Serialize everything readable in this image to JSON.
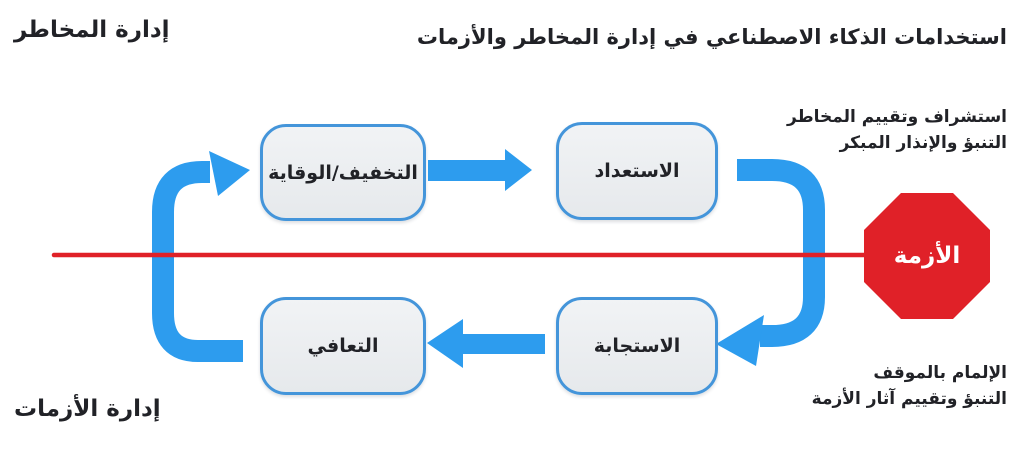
{
  "title": "استخدامات الذكاء الاصطناعي في إدارة المخاطر والأزمات",
  "corner_labels": {
    "risk_management": "إدارة المخاطر",
    "crisis_management": "إدارة الأزمات"
  },
  "cycle": {
    "boxes": [
      {
        "id": "mitigation",
        "label": "التخفيف/الوقاية"
      },
      {
        "id": "preparedness",
        "label": "الاستعداد"
      },
      {
        "id": "response",
        "label": "الاستجابة"
      },
      {
        "id": "recovery",
        "label": "التعافي"
      }
    ]
  },
  "crisis_badge": {
    "label": "الأزمة"
  },
  "annotations": {
    "top": {
      "line1": "استشراف وتقييم المخاطر",
      "line2": "التنبؤ والإنذار المبكر"
    },
    "bottom": {
      "line1": "الإلمام بالموقف",
      "line2": "التنبؤ وتقييم آثار الأزمة"
    }
  },
  "colors": {
    "arrow_blue": "#2d9cee",
    "box_border": "#4495da",
    "red": "#e02128",
    "text": "#212227"
  }
}
